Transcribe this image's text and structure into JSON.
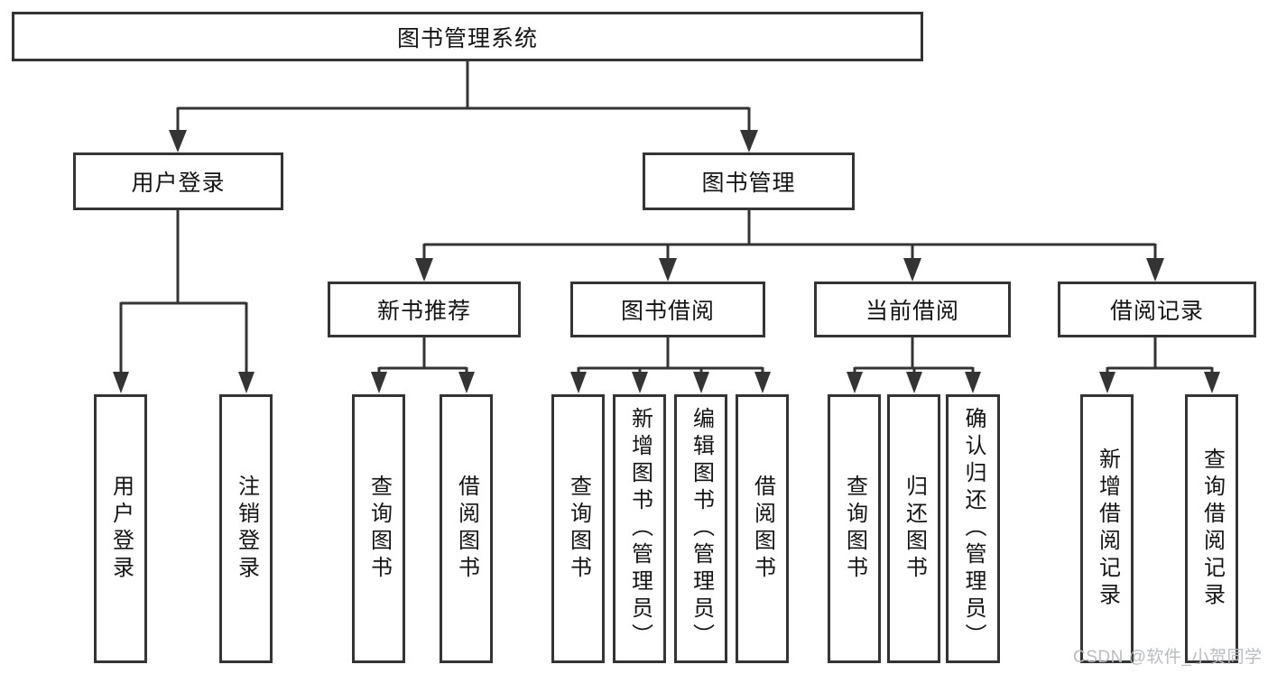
{
  "tree": {
    "root": {
      "label": "图书管理系统"
    },
    "children": [
      {
        "label": "用户登录",
        "children": [
          {
            "label": "用户登录"
          },
          {
            "label": "注销登录"
          }
        ]
      },
      {
        "label": "图书管理",
        "children": [
          {
            "label": "新书推荐",
            "children": [
              {
                "label": "查询图书"
              },
              {
                "label": "借阅图书"
              }
            ]
          },
          {
            "label": "图书借阅",
            "children": [
              {
                "label": "查询图书"
              },
              {
                "label": "新增图书（管理员）"
              },
              {
                "label": "编辑图书（管理员）"
              },
              {
                "label": "借阅图书"
              }
            ]
          },
          {
            "label": "当前借阅",
            "children": [
              {
                "label": "查询图书"
              },
              {
                "label": "归还图书"
              },
              {
                "label": "确认归还（管理员）"
              }
            ]
          },
          {
            "label": "借阅记录",
            "children": [
              {
                "label": "新增借阅记录"
              },
              {
                "label": "查询借阅记录"
              }
            ]
          }
        ]
      }
    ]
  },
  "watermark": "CSDN @软件_小贺同学",
  "colors": {
    "line": "#343434",
    "text": "#141414",
    "watermark": "#b9bcc1",
    "background": "#ffffff"
  }
}
